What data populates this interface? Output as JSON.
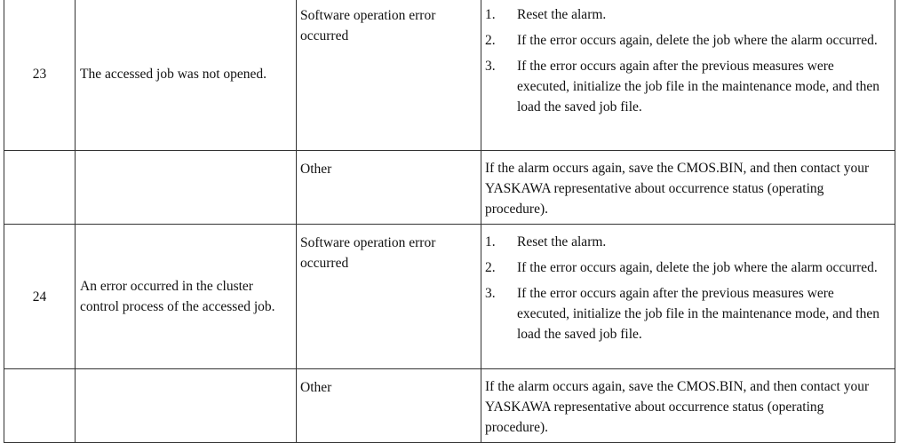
{
  "rows": [
    {
      "number": "23",
      "meaning": "The accessed job was not opened.",
      "cause": "Software operation error occurred",
      "steps": [
        {
          "n": "1.",
          "text": "Reset the alarm."
        },
        {
          "n": "2.",
          "text": "If the error occurs again, delete the job where the alarm occurred."
        },
        {
          "n": "3.",
          "text": "If the error occurs again after the previous measures were executed, initialize the job file in the maintenance mode, and then load the saved job file."
        }
      ]
    },
    {
      "number": "",
      "meaning": "",
      "cause": "Other",
      "remedy": "If the alarm occurs again, save the CMOS.BIN, and then contact your YASKAWA representative about occurrence status (operating procedure)."
    },
    {
      "number": "24",
      "meaning": "An error occurred in the cluster control process of the accessed job.",
      "cause": "Software operation error occurred",
      "steps": [
        {
          "n": "1.",
          "text": "Reset the alarm."
        },
        {
          "n": "2.",
          "text": "If the error occurs again, delete the job where the alarm occurred."
        },
        {
          "n": "3.",
          "text": "If the error occurs again after the previous measures were executed, initialize the job file in the maintenance mode, and then load the saved job file."
        }
      ]
    },
    {
      "number": "",
      "meaning": "",
      "cause": "Other",
      "remedy": "If the alarm occurs again, save the CMOS.BIN, and then contact your YASKAWA representative about occurrence status (operating procedure)."
    }
  ]
}
